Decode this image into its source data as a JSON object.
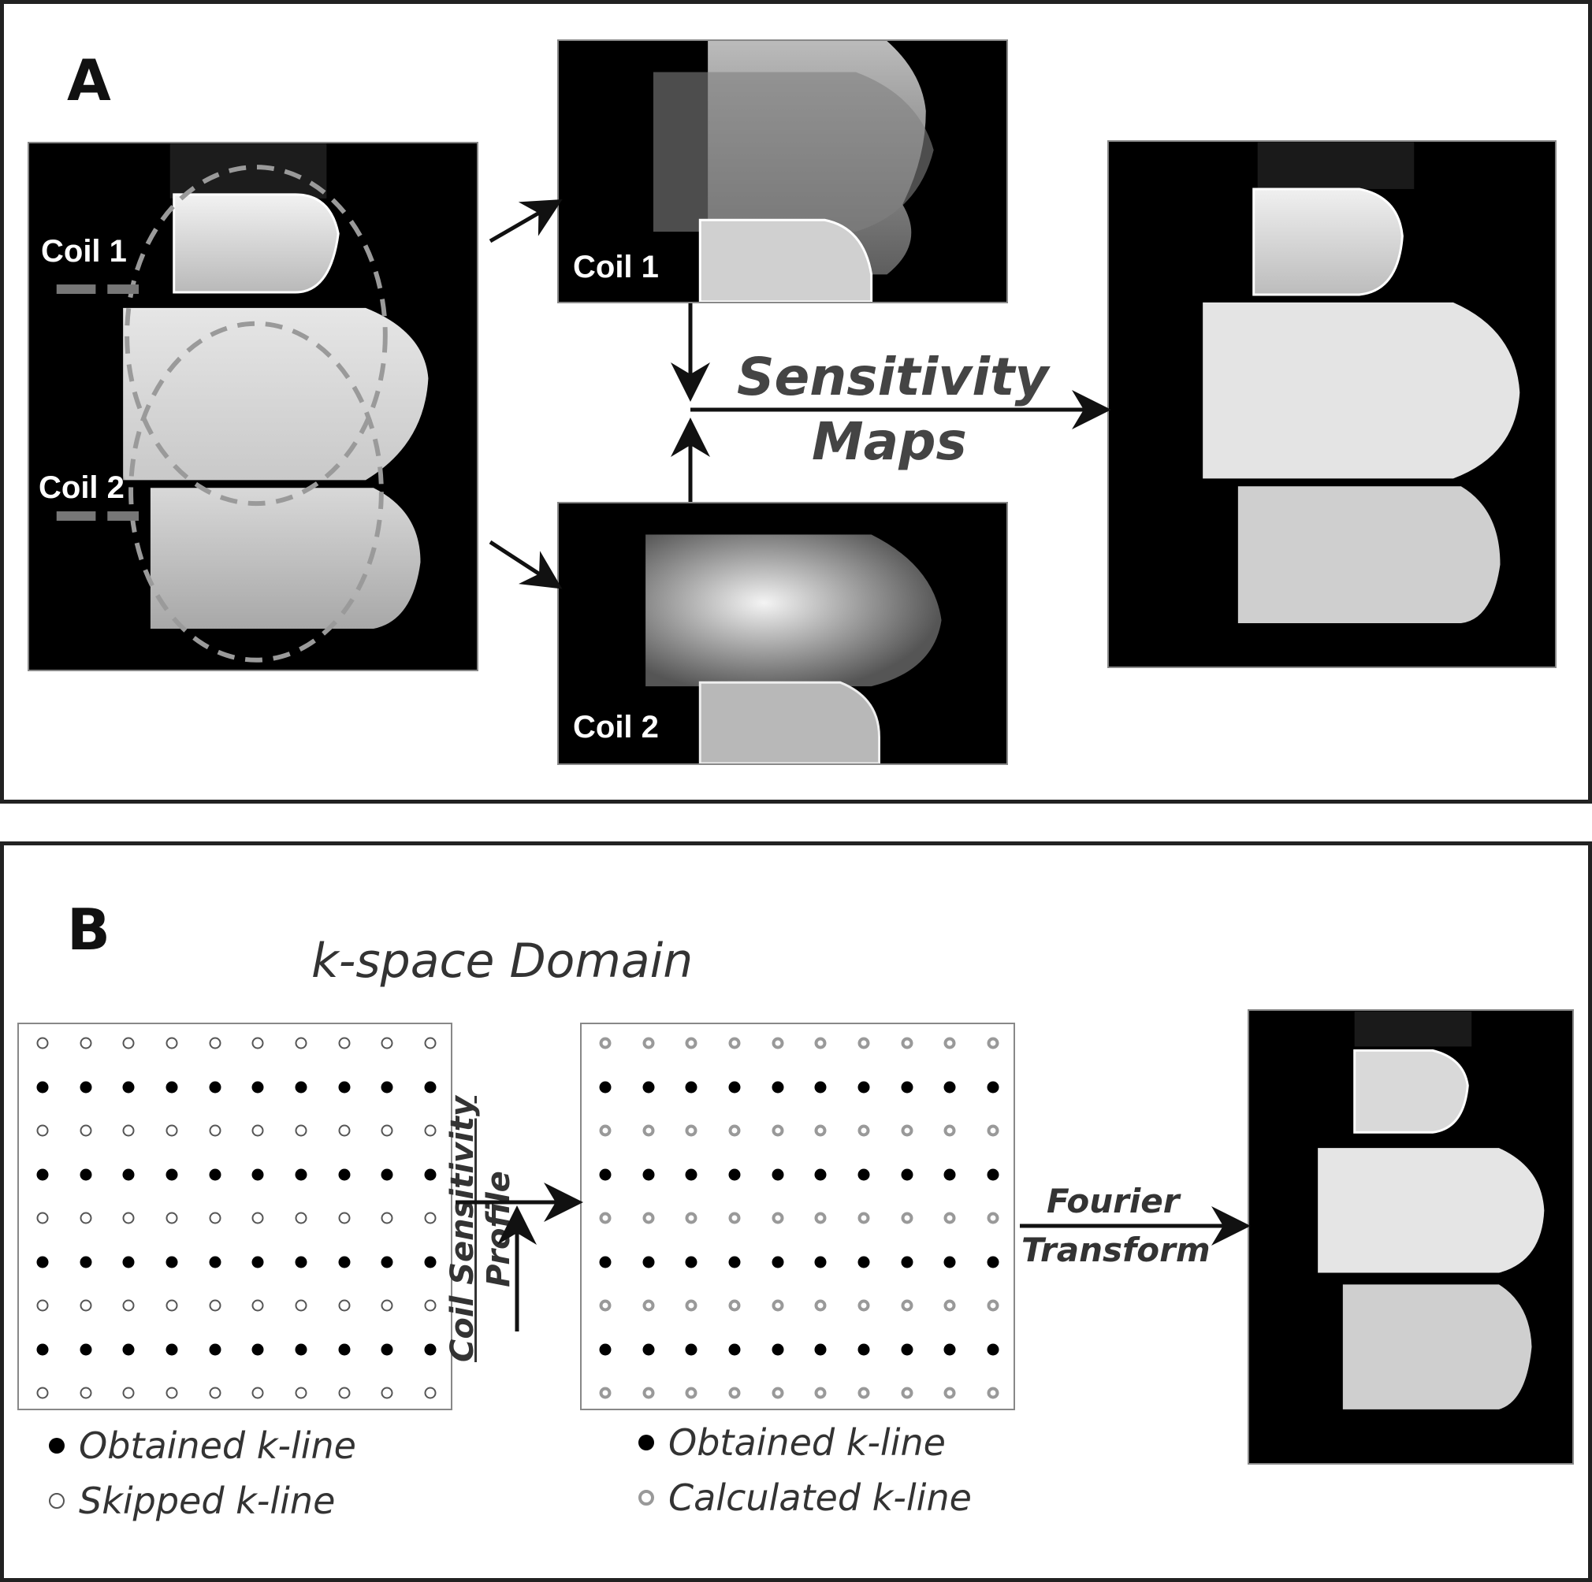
{
  "panel_a": {
    "letter": "A",
    "coil1_label": "Coil 1",
    "coil2_label": "Coil 2",
    "map_coil1_label": "Coil 1",
    "map_coil2_label": "Coil 2",
    "sensitivity_line1": "Sensitivity",
    "sensitivity_line2": "Maps"
  },
  "panel_b": {
    "letter": "B",
    "title": "k-space Domain",
    "coil_profile_line1": "Coil Sensitivity",
    "coil_profile_line2": "Profile",
    "fourier_line1": "Fourier",
    "fourier_line2": "Transform",
    "legend_left": [
      {
        "kind": "filled",
        "label": "Obtained k-line"
      },
      {
        "kind": "empty",
        "label": "Skipped k-line"
      }
    ],
    "legend_right": [
      {
        "kind": "filled",
        "label": "Obtained k-line"
      },
      {
        "kind": "calc",
        "label": "Calculated k-line"
      }
    ],
    "grid_left_rows": [
      "empty",
      "filled",
      "empty",
      "filled",
      "empty",
      "filled",
      "empty",
      "filled",
      "empty"
    ],
    "grid_right_rows": [
      "calc",
      "filled",
      "calc",
      "filled",
      "calc",
      "filled",
      "calc",
      "filled",
      "calc"
    ],
    "grid_columns": 10
  },
  "colors": {
    "frame": "#222222",
    "dashed_outline": "#9a9a9a",
    "arrow": "#111111"
  }
}
